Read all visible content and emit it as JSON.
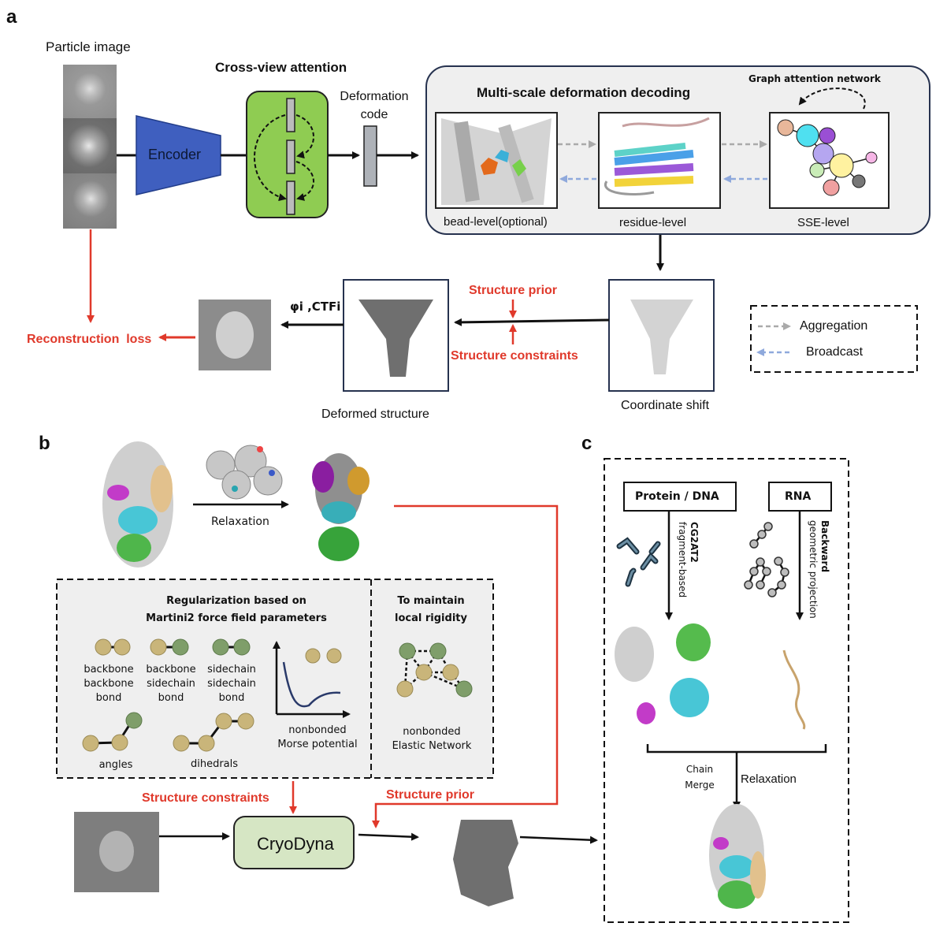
{
  "panels": {
    "a": "a",
    "b": "b",
    "c": "c"
  },
  "panel_a": {
    "particle_image": "Particle image",
    "encoder": "Encoder",
    "cross_view_attention": "Cross-view attention",
    "deformation_code_line1": "Deformation",
    "deformation_code_line2": "code",
    "multiscale_title": "Multi-scale deformation decoding",
    "graph_attention": "Graph attention network",
    "bead_level": "bead-level(optional)",
    "residue_level": "residue-level",
    "sse_level": "SSE-level",
    "structure_prior": "Structure prior",
    "structure_constraints": "Structure constraints",
    "phi_ctf": "φi ,CTFi",
    "reconstruction_loss": "Reconstruction  loss",
    "deformed_structure": "Deformed structure",
    "coordinate_shift": "Coordinate shift",
    "legend": {
      "aggregation": "Aggregation",
      "broadcast": "Broadcast"
    }
  },
  "panel_b": {
    "relaxation": "Relaxation",
    "reg_title_line1": "Regularization based on",
    "reg_title_line2": "Martini2 force field parameters",
    "rigidity_line1": "To maintain",
    "rigidity_line2": "local rigidity",
    "bb_bb": [
      "backbone",
      "backbone",
      "bond"
    ],
    "bb_sc": [
      "backbone",
      "sidechain",
      "bond"
    ],
    "sc_sc": [
      "sidechain",
      "sidechain",
      "bond"
    ],
    "morse": [
      "nonbonded",
      "Morse potential"
    ],
    "angles": "angles",
    "dihedrals": "dihedrals",
    "elastic": [
      "nonbonded",
      "Elastic Network"
    ],
    "structure_constraints": "Structure constraints",
    "structure_prior": "Structure prior",
    "cryodyna": "CryoDyna"
  },
  "panel_c": {
    "protein_dna": "Protein / DNA",
    "rna": "RNA",
    "cg2at2_line1": "CG2AT2",
    "cg2at2_line2": "fragment-based",
    "backward_line1": "Backward",
    "backward_line2": "geometric projection",
    "chain": "Chain",
    "merge": "Merge",
    "relaxation": "Relaxation"
  },
  "colors": {
    "encoder": "#3f5fbf",
    "attention": "#8fcc52",
    "cryodyna": "#d6e6c4",
    "red": "#e0392b",
    "panel_bg": "#efefef",
    "bead_tan": "#c9b57a",
    "bead_green": "#7f9e6a"
  }
}
